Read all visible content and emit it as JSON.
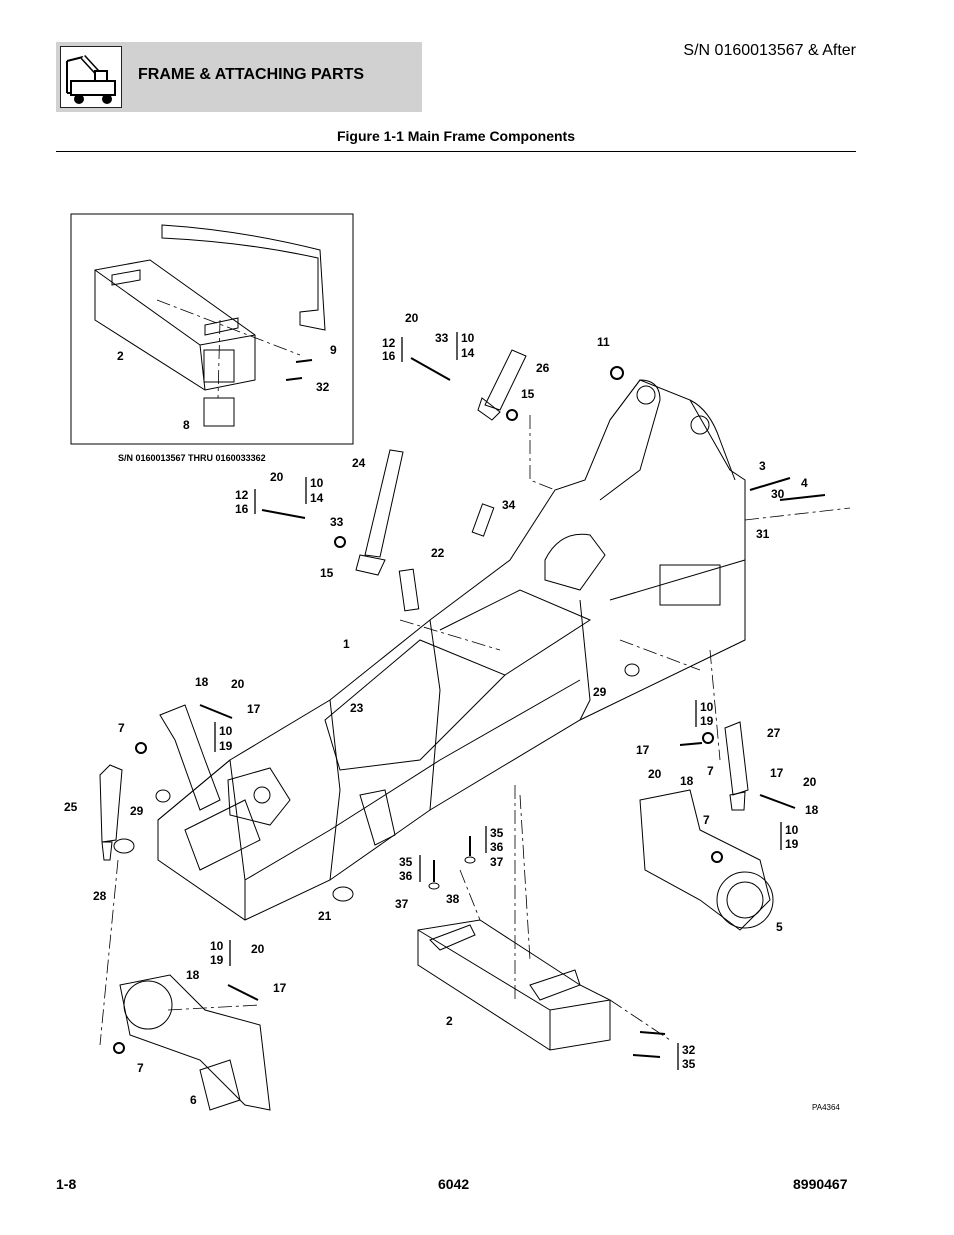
{
  "header": {
    "section_title": "FRAME & ATTACHING PARTS",
    "serial": "S/N 0160013567 & After",
    "icon": "forklift-icon"
  },
  "figure": {
    "title": "Figure 1-1 Main Frame Components",
    "inset_caption": "S/N 0160013567 THRU 0160033362",
    "drawing_code": "PA4364",
    "callouts": [
      "2",
      "9",
      "32",
      "8",
      "20",
      "12",
      "16",
      "33",
      "10",
      "14",
      "26",
      "11",
      "15",
      "24",
      "20",
      "12",
      "16",
      "10",
      "14",
      "33",
      "15",
      "34",
      "22",
      "3",
      "30",
      "4",
      "31",
      "1",
      "29",
      "18",
      "20",
      "17",
      "7",
      "10",
      "19",
      "23",
      "25",
      "29",
      "28",
      "21",
      "10",
      "19",
      "17",
      "20",
      "18",
      "7",
      "27",
      "17",
      "20",
      "18",
      "7",
      "10",
      "19",
      "5",
      "35",
      "36",
      "37",
      "35",
      "36",
      "37",
      "38",
      "2",
      "10",
      "19",
      "20",
      "18",
      "17",
      "7",
      "6",
      "32",
      "35"
    ]
  },
  "footer": {
    "page": "1-8",
    "model": "6042",
    "part_no": "8990467"
  }
}
